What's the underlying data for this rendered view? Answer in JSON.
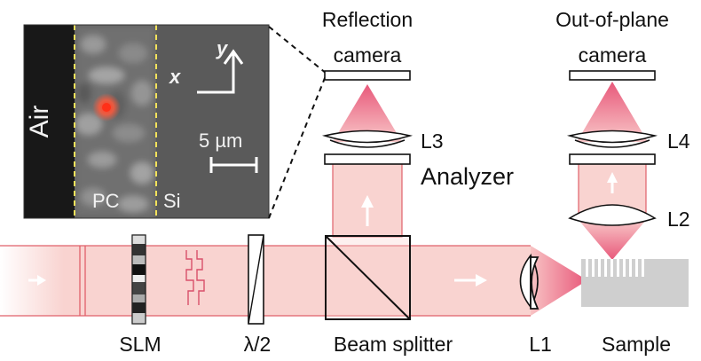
{
  "inset": {
    "air_label": "Air",
    "pc_label": "PC",
    "si_label": "Si",
    "x_axis_label": "x",
    "y_axis_label": "y",
    "scale_bar_label": "5 µm"
  },
  "labels": {
    "reflection_camera_line1": "Reflection",
    "reflection_camera_line2": "camera",
    "outofplane_camera_line1": "Out-of-plane",
    "outofplane_camera_line2": "camera",
    "l3": "L3",
    "l4": "L4",
    "l2": "L2",
    "l1": "L1",
    "analyzer": "Analyzer",
    "slm": "SLM",
    "half_wave_plate": "λ/2",
    "beam_splitter": "Beam splitter",
    "sample": "Sample"
  },
  "colors": {
    "beam_fill": "#f9d3d0",
    "beam_edge": "#e0606a",
    "focus_gradient_start": "#f7b9bd",
    "focus_gradient_end": "#e8587a",
    "inset_background": "#5a5a5a",
    "air_region": "#1a1a1a",
    "dashed_boundary": "#f3e25a",
    "hotspot": "#ff3b22",
    "sample_gray": "#cfcfcf"
  }
}
